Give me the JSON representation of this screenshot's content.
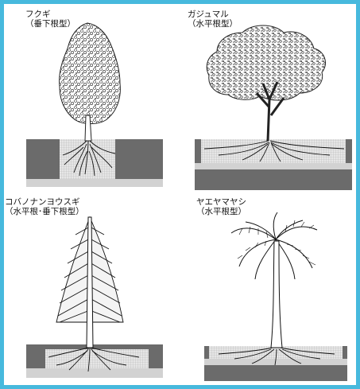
{
  "panels": [
    {
      "id": "fukugi",
      "name": "フクギ",
      "type": "（垂下根型）"
    },
    {
      "id": "gajumaru",
      "name": "ガジュマル",
      "type": "（水平根型）"
    },
    {
      "id": "kobanonanyousugi",
      "name": "コバノナンヨウスギ",
      "type": "（水平根･垂下根型）"
    },
    {
      "id": "yaeyamayashi",
      "name": "ヤエヤマヤシ",
      "type": "（水平根型）"
    }
  ],
  "colors": {
    "border": "#47b9dd",
    "ground_dark": "#6b6b6b",
    "soil_light": "#dcdcdc",
    "base_grid": "#bfbfbf",
    "ink": "#1a1a1a"
  }
}
